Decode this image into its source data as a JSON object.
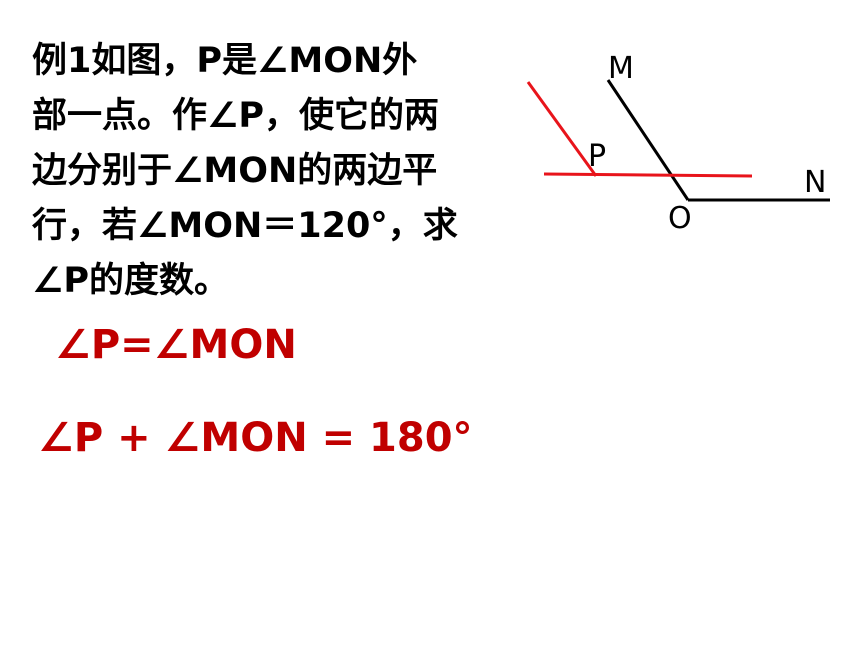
{
  "problem": {
    "lines": [
      "例1如图，P是∠MON外",
      "部一点。作∠P，使它的两",
      "边分别于∠MON的两边平",
      "行，若∠MON＝120°，求",
      "∠P的度数。"
    ]
  },
  "answers": {
    "line1": "∠P=∠MON",
    "line2": "∠P + ∠MON = 180°"
  },
  "figure": {
    "labels": {
      "M": "M",
      "P": "P",
      "O": "O",
      "N": "N"
    },
    "colors": {
      "angle_mon": "#000000",
      "angle_p": "#e8141b",
      "answer": "#c00000"
    }
  }
}
